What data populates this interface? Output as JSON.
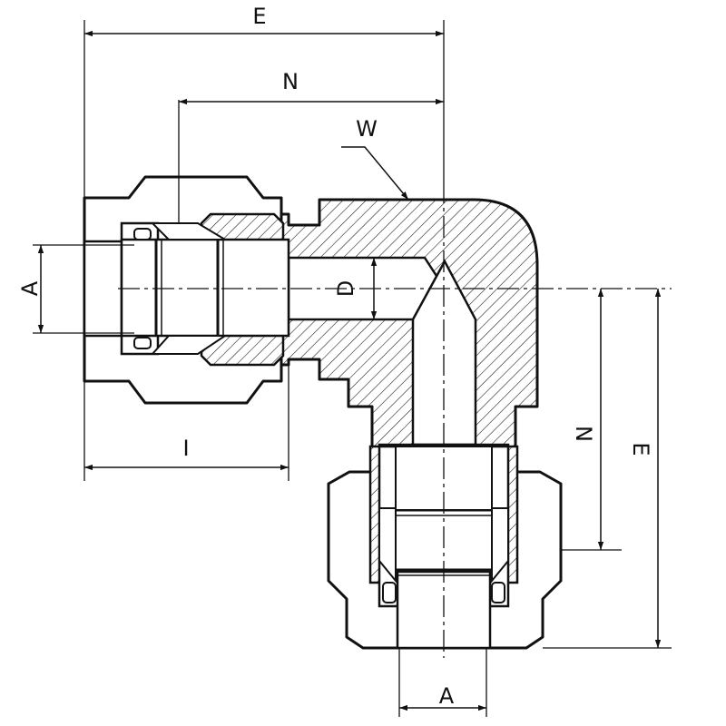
{
  "dimensions": {
    "e_top": "E",
    "n_top": "N",
    "w_callout": "W",
    "a_left": "A",
    "d_bore": "D",
    "i_bottom": "I",
    "n_right": "N",
    "e_right": "E",
    "a_bottom": "A"
  }
}
